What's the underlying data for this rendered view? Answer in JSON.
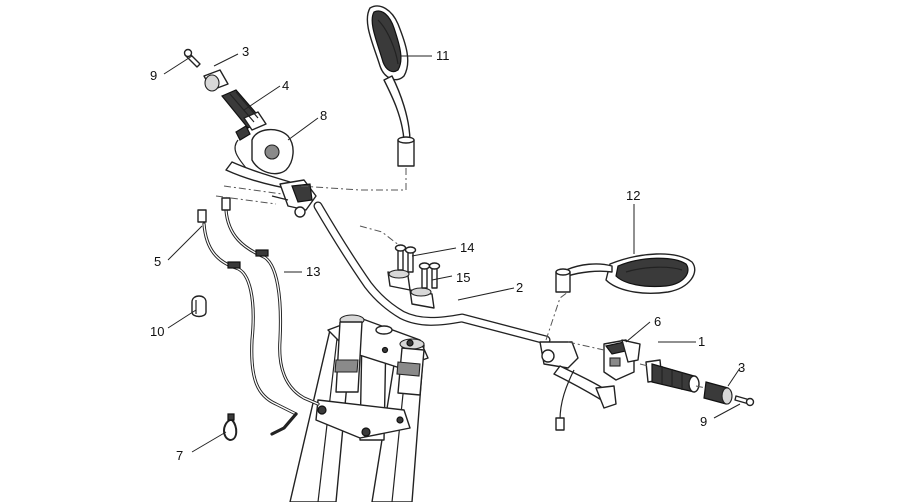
{
  "callouts": [
    {
      "id": "c1",
      "text": "1"
    },
    {
      "id": "c2",
      "text": "2"
    },
    {
      "id": "c3a",
      "text": "3"
    },
    {
      "id": "c3b",
      "text": "3"
    },
    {
      "id": "c4",
      "text": "4"
    },
    {
      "id": "c5",
      "text": "5"
    },
    {
      "id": "c6",
      "text": "6"
    },
    {
      "id": "c7",
      "text": "7"
    },
    {
      "id": "c8",
      "text": "8"
    },
    {
      "id": "c9a",
      "text": "9"
    },
    {
      "id": "c9b",
      "text": "9"
    },
    {
      "id": "c10",
      "text": "10"
    },
    {
      "id": "c11",
      "text": "11"
    },
    {
      "id": "c12",
      "text": "12"
    },
    {
      "id": "c13",
      "text": "13"
    },
    {
      "id": "c14",
      "text": "14"
    },
    {
      "id": "c15",
      "text": "15"
    }
  ]
}
